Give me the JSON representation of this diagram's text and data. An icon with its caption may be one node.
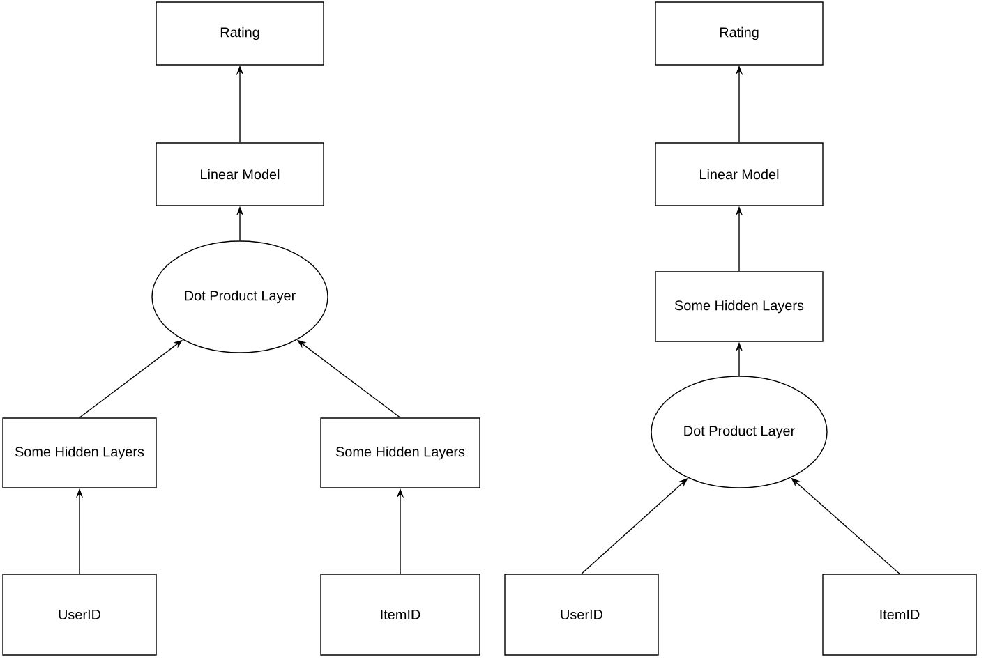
{
  "diagram": {
    "nodes": [
      {
        "text": [
          "Rating"
        ]
      },
      {
        "text": [
          "Linear Model"
        ]
      },
      {
        "text": [
          "Dot Product Layer"
        ]
      },
      {
        "text": [
          "Some Hidden Layers"
        ]
      },
      {
        "text": [
          "Some Hidden Layers"
        ]
      },
      {
        "text": [
          "UserID"
        ]
      },
      {
        "text": [
          "ItemID"
        ]
      },
      {
        "text": [
          "Rating"
        ]
      },
      {
        "text": [
          "Linear Model"
        ]
      },
      {
        "text": [
          "Some Hidden Layers"
        ]
      },
      {
        "text": [
          "Dot Product Layer"
        ]
      },
      {
        "text": [
          "UserID"
        ]
      },
      {
        "text": [
          "ItemID"
        ]
      }
    ],
    "edges": [
      {
        "from": 1,
        "to": 0,
        "arrow": "to"
      },
      {
        "from": 2,
        "to": 1,
        "arrow": "to"
      },
      {
        "from": 3,
        "to": 2,
        "arrow": "to"
      },
      {
        "from": 4,
        "to": 2,
        "arrow": "to"
      },
      {
        "from": 5,
        "to": 3,
        "arrow": "to"
      },
      {
        "from": 6,
        "to": 4,
        "arrow": "to"
      },
      {
        "from": 8,
        "to": 7,
        "arrow": "to"
      },
      {
        "from": 9,
        "to": 8,
        "arrow": "to"
      },
      {
        "from": 10,
        "to": 9,
        "arrow": "to"
      },
      {
        "from": 11,
        "to": 10,
        "arrow": "to"
      },
      {
        "from": 12,
        "to": 10,
        "arrow": "to"
      }
    ]
  }
}
